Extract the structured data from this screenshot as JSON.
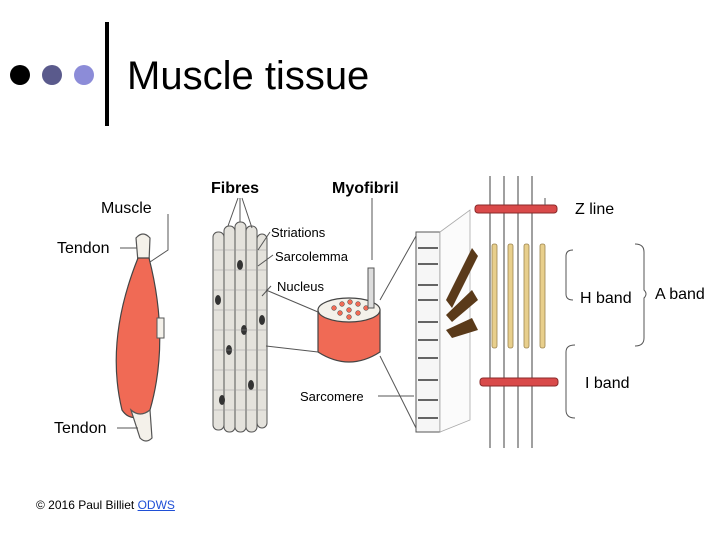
{
  "slide": {
    "title": "Muscle tissue",
    "bullet_colors": [
      "#000000",
      "#5a5a8c",
      "#8c8cd8"
    ]
  },
  "labels": {
    "muscle": "Muscle",
    "tendon_top": "Tendon",
    "tendon_bottom": "Tendon",
    "fibres": "Fibres",
    "myofibril": "Myofibril",
    "striations": "Striations",
    "sarcolemma": "Sarcolemma",
    "nucleus": "Nucleus",
    "sarcomere": "Sarcomere",
    "z_line": "Z line",
    "h_band": "H band",
    "a_band": "A band",
    "i_band": "I band"
  },
  "credit": {
    "text": "© 2016 Paul Billiet ",
    "link": "ODWS"
  },
  "colors": {
    "muscle_red": "#f06a55",
    "tendon_white": "#f4f1ea",
    "z_line_red": "#d94a4a",
    "thick_filament": "#5a3a1a",
    "thin_filament": "#e8cf8c"
  }
}
